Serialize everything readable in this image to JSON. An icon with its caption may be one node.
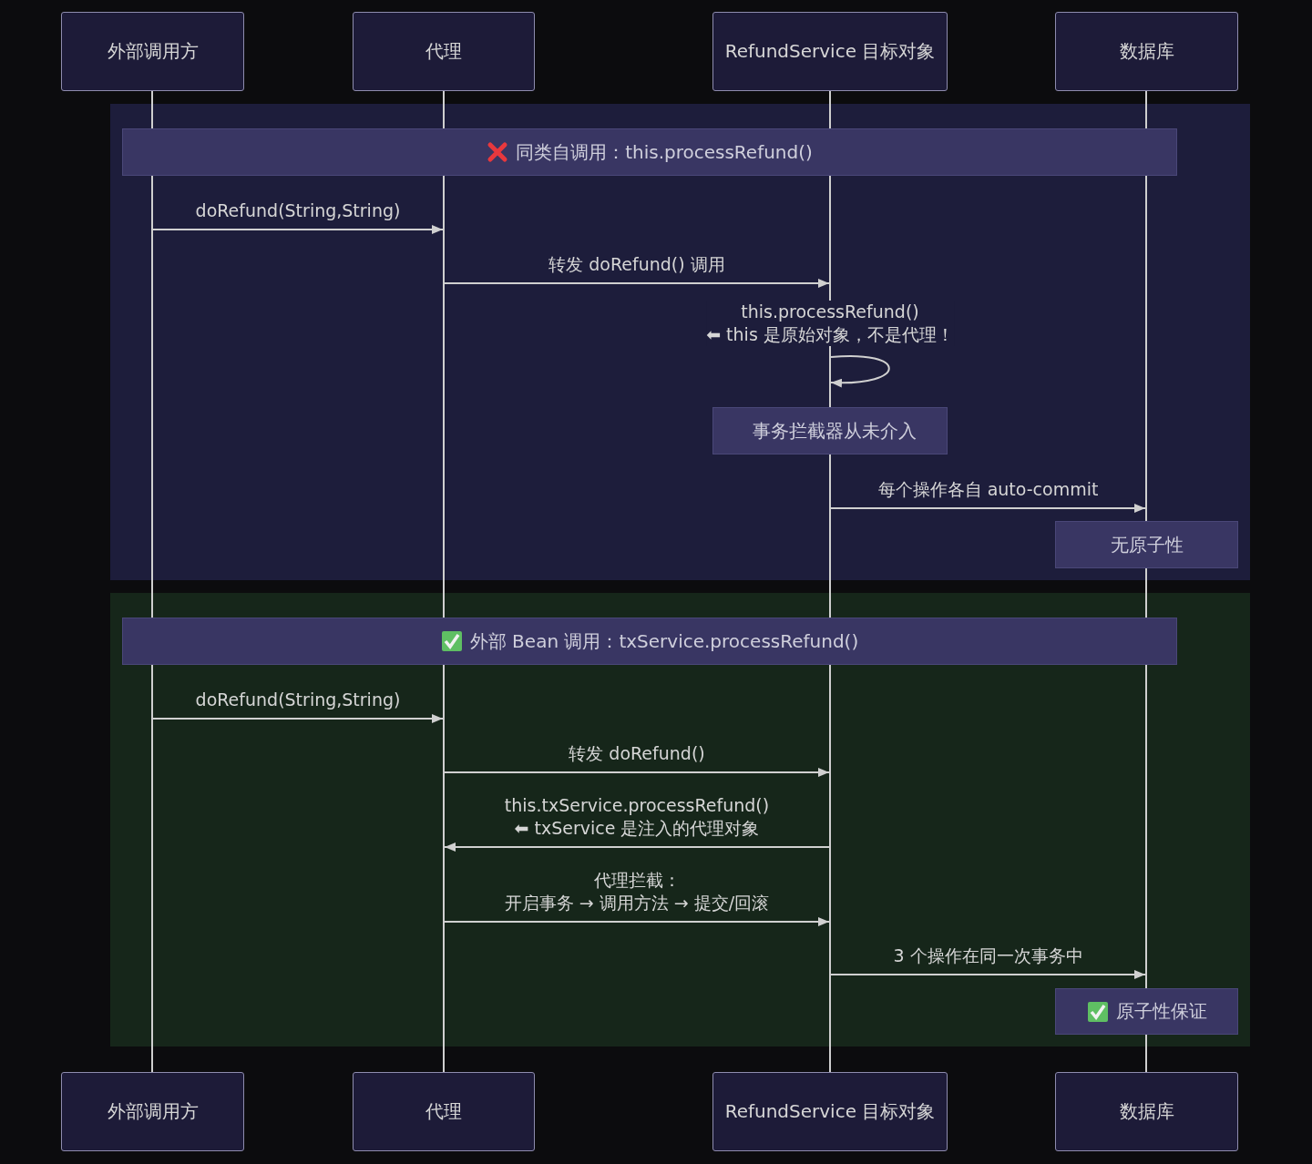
{
  "diagram": {
    "nodes": [
      {
        "text": [
          "外部调用方"
        ]
      },
      {
        "text": [
          "代理"
        ]
      },
      {
        "text": [
          "RefundService 目标对象"
        ]
      },
      {
        "text": [
          "数据库"
        ]
      },
      {
        "text": [],
        "shape": "line"
      },
      {
        "text": [],
        "shape": "line"
      },
      {
        "text": [],
        "shape": "line"
      },
      {
        "text": [],
        "shape": "line"
      },
      {
        "text": [],
        "shape": "box"
      },
      {
        "text": [
          "同类自调用：this.processRefund()"
        ],
        "in": 8
      },
      {
        "text": [
          "事务拦截器从未介入"
        ],
        "in": 8
      },
      {
        "text": [
          "无原子性"
        ],
        "in": 8
      },
      {
        "text": [],
        "shape": "box"
      },
      {
        "text": [
          "外部 Bean 调用：txService.processRefund()"
        ],
        "in": 12
      },
      {
        "text": [
          "原子性保证"
        ],
        "in": 12
      },
      {
        "text": [
          "外部调用方"
        ]
      },
      {
        "text": [
          "代理"
        ]
      },
      {
        "text": [
          "RefundService 目标对象"
        ]
      },
      {
        "text": [
          "数据库"
        ]
      }
    ],
    "edges": [
      {
        "from": 4,
        "to": 5,
        "arrow": "to",
        "label": "doRefund(String,String)"
      },
      {
        "from": 5,
        "to": 6,
        "arrow": "to",
        "label": "转发 doRefund() 调用"
      },
      {
        "from": 6,
        "to": 6,
        "arrow": "to",
        "label": "this.processRefund() ⬅ this 是原始对象，不是代理！"
      },
      {
        "from": 6,
        "to": 7,
        "arrow": "to",
        "label": "每个操作各自 auto-commit"
      },
      {
        "from": 4,
        "to": 5,
        "arrow": "to",
        "label": "doRefund(String,String)"
      },
      {
        "from": 5,
        "to": 6,
        "arrow": "to",
        "label": "转发 doRefund()"
      },
      {
        "from": 6,
        "to": 5,
        "arrow": "to",
        "label": "this.txService.processRefund() ⬅ txService 是注入的代理对象"
      },
      {
        "from": 5,
        "to": 6,
        "arrow": "to",
        "label": "代理拦截：开启事务 → 调用方法 → 提交/回滚"
      },
      {
        "from": 6,
        "to": 7,
        "arrow": "to",
        "label": "3 个操作在同一次事务中"
      }
    ]
  }
}
